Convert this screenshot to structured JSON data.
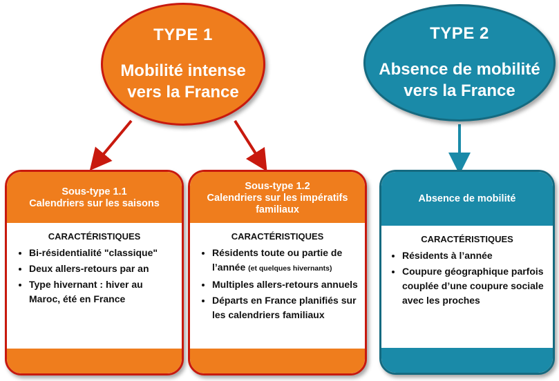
{
  "type1": {
    "title": "TYPE 1",
    "subtitle_line1": "Mobilité intense",
    "subtitle_line2": "vers la France"
  },
  "type2": {
    "title": "TYPE 2",
    "subtitle_line1": "Absence de mobilité",
    "subtitle_line2": "vers la France"
  },
  "subtype11": {
    "header_line1": "Sous-type 1.1",
    "header_line2": "Calendriers sur les saisons",
    "caption": "CARACTÉRISTIQUES",
    "items": [
      "Bi-résidentialité \"classique\"",
      "Deux allers-retours par an",
      "Type hivernant : hiver au Maroc, été en France"
    ]
  },
  "subtype12": {
    "header_line1": "Sous-type 1.2",
    "header_line2": "Calendriers sur les impératifs familiaux",
    "caption": "CARACTÉRISTIQUES",
    "item1_main": "Résidents toute ou partie de l’année",
    "item1_note": "(et quelques hivernants)",
    "items": [
      "Multiples allers-retours annuels",
      "Départs en France planifiés sur les calendriers familiaux"
    ]
  },
  "absence": {
    "header": "Absence de mobilité",
    "caption": "CARACTÉRISTIQUES",
    "items": [
      "Résidents à l’année",
      "Coupure géographique parfois couplée d’une coupure sociale avec les proches"
    ]
  },
  "colors": {
    "orange": "#ef7d1d",
    "red": "#c8190e",
    "teal": "#1a8aa8",
    "teal_dark": "#156a80"
  }
}
